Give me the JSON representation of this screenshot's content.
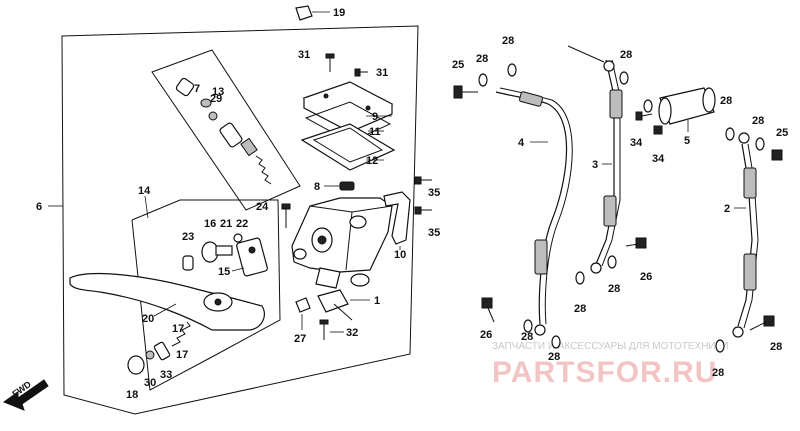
{
  "diagram": {
    "callouts": {
      "c1": "1",
      "c2": "2",
      "c3": "3",
      "c4": "4",
      "c5": "5",
      "c6": "6",
      "c8": "8",
      "c9": "9",
      "c10": "10",
      "c11": "11",
      "c12": "12",
      "c13": "13",
      "c14": "14",
      "c15": "15",
      "c16": "16",
      "c17a": "17",
      "c17b": "17",
      "c18": "18",
      "c19": "19",
      "c20": "20",
      "c21": "21",
      "c22": "22",
      "c23": "23",
      "c24": "24",
      "c25": "25",
      "c26a": "26",
      "c26b": "26",
      "c27": "27",
      "c28a": "28",
      "c28b": "28",
      "c28c": "28",
      "c28d": "28",
      "c28e": "28",
      "c28f": "28",
      "c28g": "28",
      "c28h": "28",
      "c28i": "28",
      "c28j": "28",
      "c28k": "28",
      "c25b": "25",
      "c29": "29",
      "c30": "30",
      "c31a": "31",
      "c31b": "31",
      "c32": "32",
      "c33": "33",
      "c34a": "34",
      "c34b": "34",
      "c35a": "35",
      "c35b": "35"
    },
    "direction_label": "FWD"
  },
  "watermark": {
    "caption": "ЗАПЧАСТИ И АКСЕССУАРЫ ДЛЯ МОТОТЕХНИКИ",
    "brand": "PARTSFOR.RU",
    "color": "#f3c4c4"
  }
}
